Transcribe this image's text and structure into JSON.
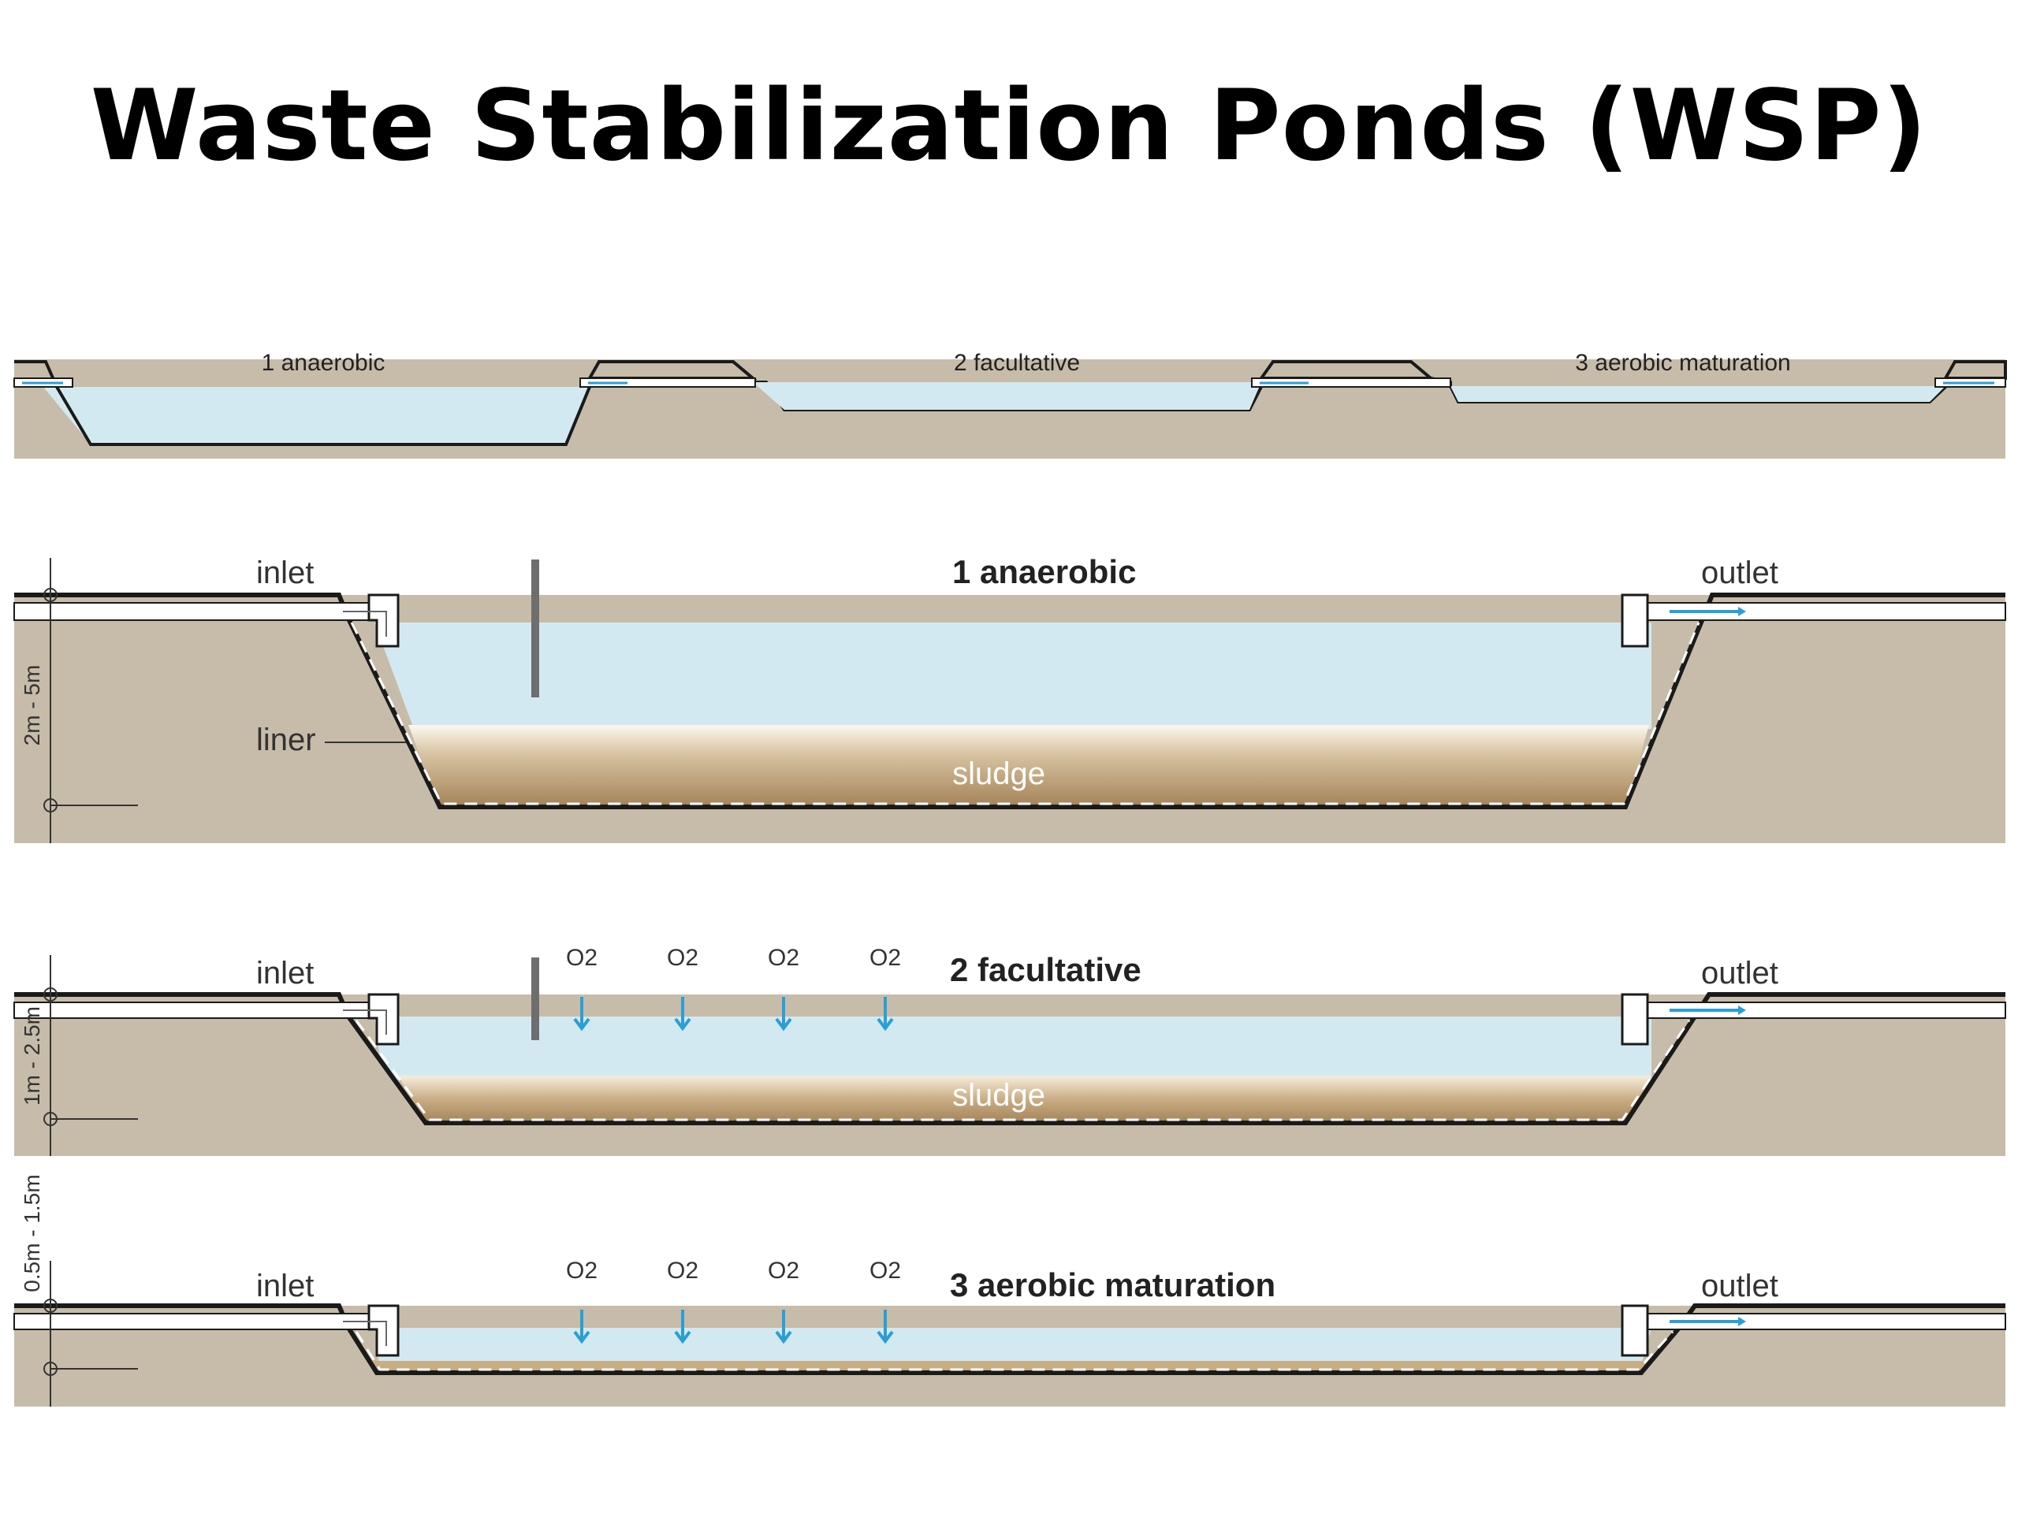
{
  "title": "Waste Stabilization Ponds (WSP)",
  "colors": {
    "ground": "#c7bca9",
    "water": "#d3e9f1",
    "sludge_dark": "#a48358",
    "sludge_light": "#fdf8f0",
    "outline": "#1a1a1a",
    "arrow_blue": "#2a9fd6",
    "baffle": "#6e6e6e"
  },
  "overview": {
    "pond_labels": [
      "1 anaerobic",
      "2 facultative",
      "3 aerobic maturation"
    ]
  },
  "sections": [
    {
      "title": "1 anaerobic",
      "inlet": "inlet",
      "outlet": "outlet",
      "liner": "liner",
      "sludge": "sludge",
      "depth": "2m - 5m",
      "oxygen": []
    },
    {
      "title": "2 facultative",
      "inlet": "inlet",
      "outlet": "outlet",
      "sludge": "sludge",
      "depth": "1m - 2.5m",
      "oxygen": [
        "O2",
        "O2",
        "O2",
        "O2"
      ]
    },
    {
      "title": "3 aerobic maturation",
      "inlet": "inlet",
      "outlet": "outlet",
      "depth": "0.5m - 1.5m",
      "oxygen": [
        "O2",
        "O2",
        "O2",
        "O2"
      ]
    }
  ]
}
